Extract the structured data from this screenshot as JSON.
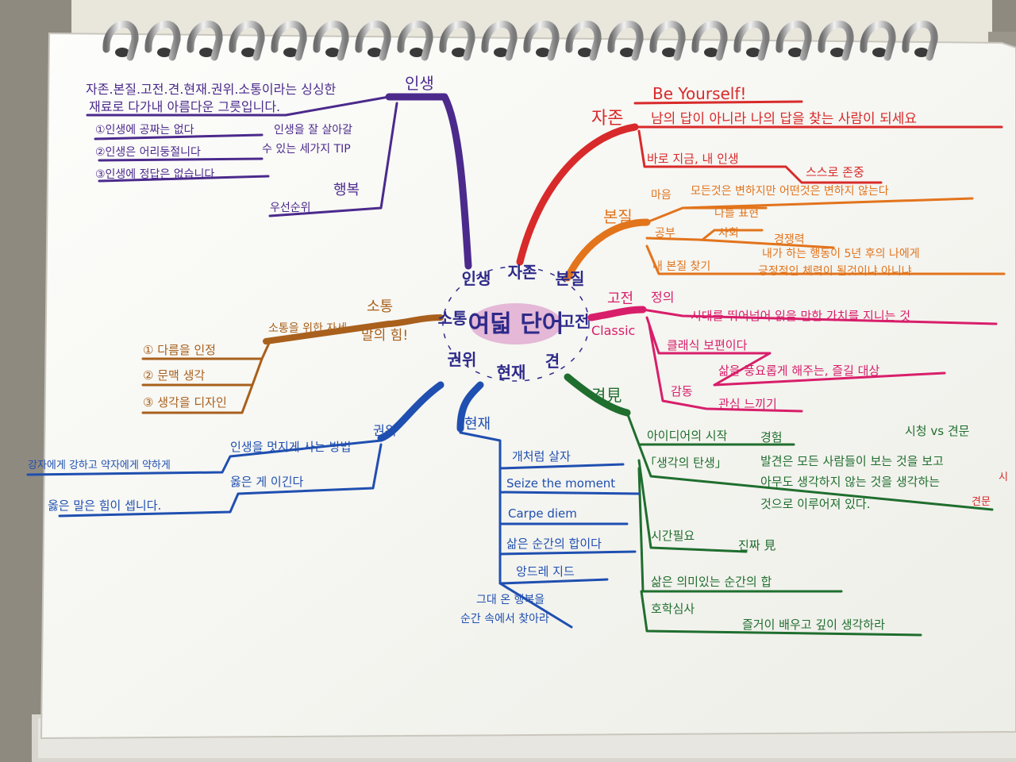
{
  "colors": {
    "purple": "#4b2a8c",
    "red": "#d82a2a",
    "orange": "#e2741c",
    "pink": "#d81e6a",
    "green": "#1f6e2e",
    "blue": "#1f4fb0",
    "brown": "#a8601c",
    "center_ink": "#2e2a8a",
    "center_fill": "#e4b8d6",
    "paper": "#fbfbf7"
  },
  "center": {
    "title": "여덟 단어",
    "ring": [
      "인생",
      "자존",
      "본질",
      "고전",
      "견",
      "권위",
      "현재",
      "소통"
    ]
  },
  "purple": {
    "head": "인생",
    "intro_1": "자존.본질.고전.견.현재.권위.소통이라는 싱싱한",
    "intro_2": "재료로 다가내 아름다운 그릇입니다.",
    "tips": [
      "①인생에 공짜는 없다",
      "②인생은 어리둥절니다",
      "③인생에 정답은 없습니다"
    ],
    "tip_note_1": "인생을 잘 살아갈",
    "tip_note_2": "수 있는 세가지 TIP",
    "happy": "행복",
    "happy_note": "우선순위"
  },
  "red": {
    "head": "자존",
    "slogan": "Be Yourself!",
    "line1": "남의 답이 아니라 나의 답을 찾는 사람이 되세요",
    "line2": "바로 지금, 내 인생",
    "line3": "스스로 존중"
  },
  "orange": {
    "head": "본질",
    "mind": "마음",
    "mind_text": "모든것은 변하지만 어떤것은 변하지 않는다",
    "study": "공부",
    "self": "나를 표현",
    "society": "사회",
    "experience": "경쟁력",
    "find": "내 본질 찾기",
    "find_text_1": "내가 하는 행동이 5년 후의 나에게",
    "find_text_2": "긍정적인 체력이 될것이냐 아니냐"
  },
  "pink": {
    "head": "고전",
    "classic": "Classic",
    "definition_label": "정의",
    "definition": "시대를 뛰어넘어 읽을 만한 가치를 지니는 것",
    "line2": "클래식 보편이다",
    "line3": "삶을 풍요롭게 해주는, 즐길 대상",
    "line4a": "감동",
    "line4b": "관심 느끼기"
  },
  "green": {
    "head": "견見",
    "idea_start": "아이디어의 시작",
    "idea_exp": "경험",
    "side_note": "시청 vs 견문",
    "birth": "「생각의 탄생」",
    "birth_text_1": "발견은 모든 사람들이 보는 것을 보고",
    "birth_text_2": "아무도 생각하지 않는 것을 생각하는",
    "birth_text_3": "것으로 이루어져 있다.",
    "margin_1": "시",
    "margin_2": "견문",
    "time": "시간필요",
    "real": "진짜 見",
    "life": "삶은 의미있는 순간의 합",
    "study": "호학심사",
    "study_text": "즐거이 배우고 깊이 생각하라"
  },
  "blue": {
    "head": "현재",
    "items": [
      "개처럼 살자",
      "Seize the moment",
      "Carpe diem",
      "삶은 순간의 합이다",
      "앙드레 지드"
    ],
    "quote_1": "그대 온 행복을",
    "quote_2": "순간 속에서 찾아라",
    "authority": "권위",
    "authority_text": "인생을 멋지게 사는 방법",
    "strong": "강자에게 강하고 약자에게 약하게",
    "right_wins": "옳은 게 이긴다",
    "right_power": "옳은 말은 힘이 셉니다."
  },
  "brown": {
    "head": "소통",
    "sub": "말의 힘!",
    "branch": "소통을 위한 자세",
    "items": [
      "① 다름을 인정",
      "② 문맥 생각",
      "③ 생각을 디자인"
    ]
  }
}
